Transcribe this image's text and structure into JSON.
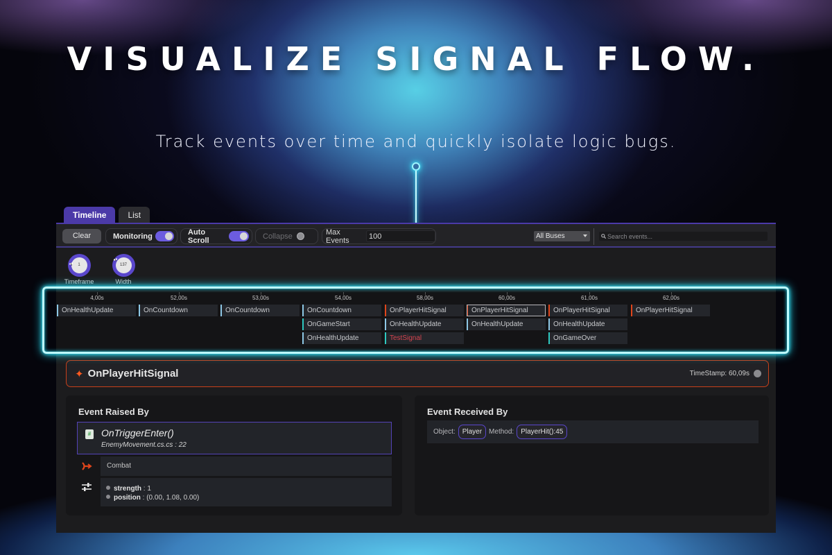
{
  "hero": {
    "headline": "VISUALIZE SIGNAL FLOW.",
    "subline": "Track events over time and quickly isolate logic bugs."
  },
  "tabs": [
    {
      "label": "Timeline",
      "active": true
    },
    {
      "label": "List",
      "active": false
    }
  ],
  "toolbar": {
    "clear_label": "Clear",
    "monitoring_label": "Monitoring",
    "monitoring_on": true,
    "autoscroll_label": "Auto Scroll",
    "autoscroll_on": true,
    "collapse_label": "Collapse",
    "collapse_on": false,
    "max_events_label": "Max Events",
    "max_events_value": "100",
    "bus_filter": "All Buses",
    "search_placeholder": "Search events..."
  },
  "knobs": [
    {
      "label": "Timeframe",
      "value": "1"
    },
    {
      "label": "Width",
      "value": "137"
    }
  ],
  "timeline": {
    "ticks": [
      "4,00s",
      "52,00s",
      "53,00s",
      "54,00s",
      "58,00s",
      "60,00s",
      "61,00s",
      "62,00s"
    ],
    "columns": [
      {
        "events": [
          {
            "name": "OnHealthUpdate",
            "kind": "info"
          }
        ]
      },
      {
        "events": [
          {
            "name": "OnCountdown",
            "kind": "info"
          }
        ]
      },
      {
        "events": [
          {
            "name": "OnCountdown",
            "kind": "info"
          }
        ]
      },
      {
        "events": [
          {
            "name": "OnCountdown",
            "kind": "info"
          },
          {
            "name": "OnGameStart",
            "kind": "teal"
          },
          {
            "name": "OnHealthUpdate",
            "kind": "info"
          }
        ]
      },
      {
        "events": [
          {
            "name": "OnPlayerHitSignal",
            "kind": "hit"
          },
          {
            "name": "OnHealthUpdate",
            "kind": "info"
          },
          {
            "name": "TestSignal",
            "kind": "teal-red"
          }
        ]
      },
      {
        "events": [
          {
            "name": "OnPlayerHitSignal",
            "kind": "hit",
            "selected": true
          },
          {
            "name": "OnHealthUpdate",
            "kind": "info"
          }
        ]
      },
      {
        "events": [
          {
            "name": "OnPlayerHitSignal",
            "kind": "hit"
          },
          {
            "name": "OnHealthUpdate",
            "kind": "info"
          },
          {
            "name": "OnGameOver",
            "kind": "teal"
          }
        ]
      },
      {
        "events": [
          {
            "name": "OnPlayerHitSignal",
            "kind": "hit"
          }
        ]
      }
    ]
  },
  "detail": {
    "event_name": "OnPlayerHitSignal",
    "timestamp": "TimeStamp: 60,09s",
    "raised_by": {
      "title": "Event Raised By",
      "method": "OnTriggerEnter()",
      "location": "EnemyMovement.cs.cs : 22",
      "bus": "Combat",
      "params": [
        {
          "key": "strength",
          "value": " : 1"
        },
        {
          "key": "position",
          "value": " : (0.00, 1.08, 0.00)"
        }
      ]
    },
    "received_by": {
      "title": "Event Received By",
      "object_label": "Object:",
      "object_value": "Player",
      "method_label": "Method:",
      "method_value": "PlayerHit():45"
    }
  },
  "colors": {
    "accent": "#5a47cc",
    "hit": "#e0451b",
    "info": "#8ec8e6",
    "teal": "#2ec9c0",
    "highlight": "#3ee9ff"
  }
}
